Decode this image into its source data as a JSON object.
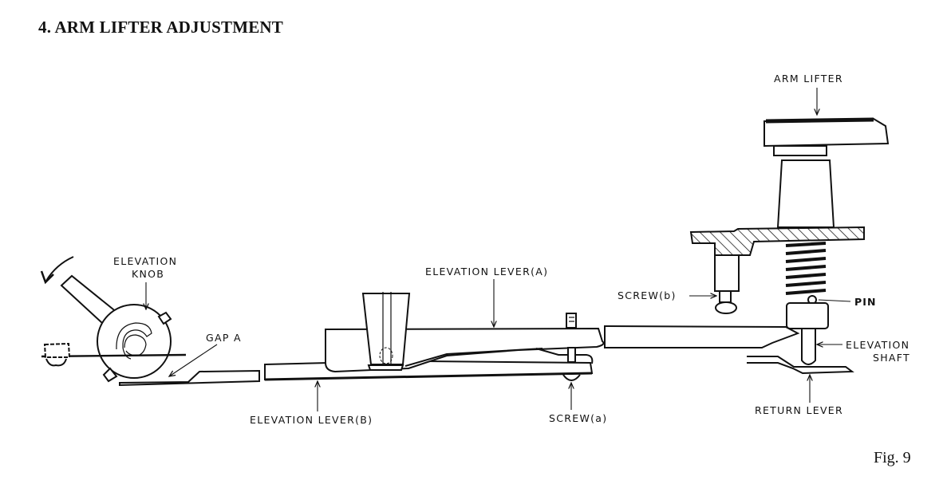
{
  "title": "4. ARM LIFTER ADJUSTMENT",
  "figure_label": "Fig. 9",
  "labels": {
    "elevation_knob_line1": "ELEVATION",
    "elevation_knob_line2": "KNOB",
    "gap_a": "GAP A",
    "elevation_lever_a": "ELEVATION LEVER(A)",
    "elevation_lever_b": "ELEVATION LEVER(B)",
    "screw_a": "SCREW(a)",
    "screw_b": "SCREW(b)",
    "arm_lifter": "ARM LIFTER",
    "pin": "PIN",
    "elevation_shaft_line1": "ELEVATION",
    "elevation_shaft_line2": "SHAFT",
    "return_lever": "RETURN LEVER"
  }
}
